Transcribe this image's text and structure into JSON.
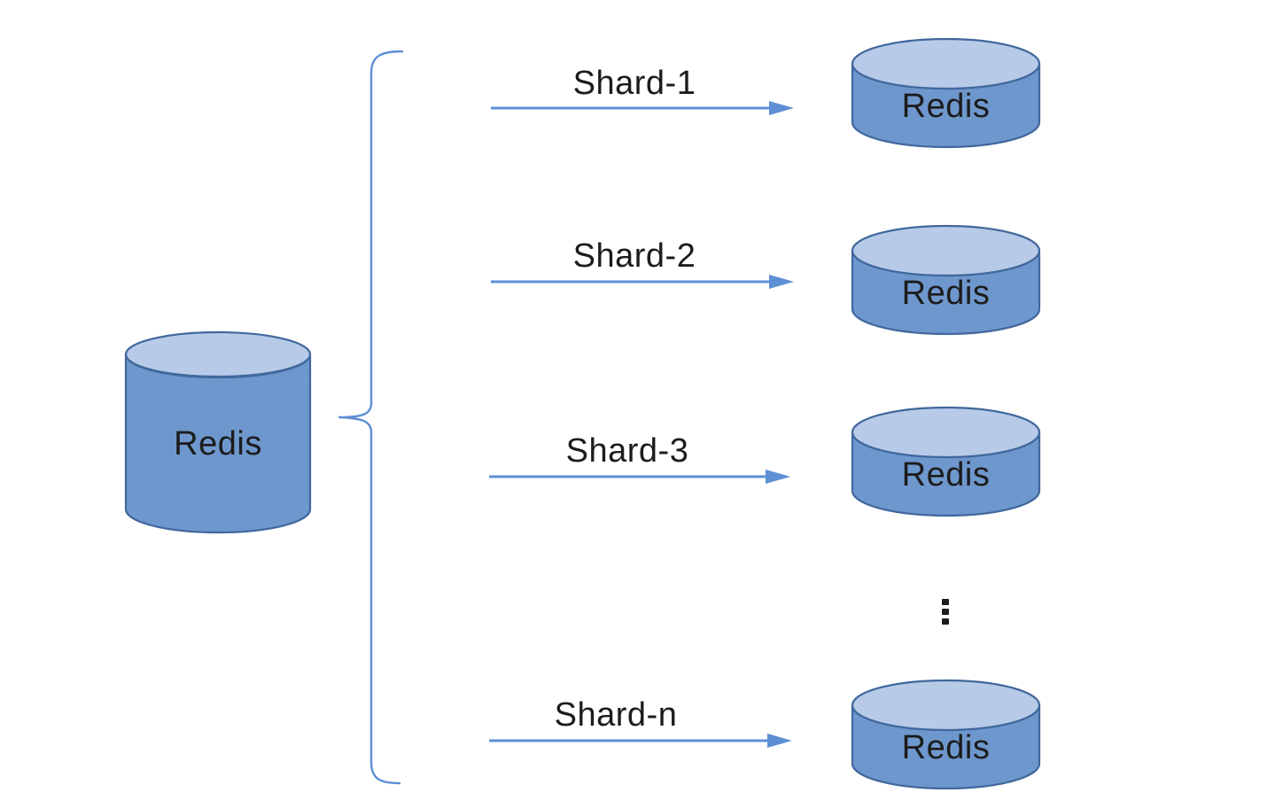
{
  "diagram": {
    "source": {
      "label": "Redis"
    },
    "shards": [
      {
        "label": "Shard-1",
        "target_label": "Redis"
      },
      {
        "label": "Shard-2",
        "target_label": "Redis"
      },
      {
        "label": "Shard-3",
        "target_label": "Redis"
      },
      {
        "label": "Shard-n",
        "target_label": "Redis"
      }
    ],
    "icons": {
      "vertical_ellipsis": "⋮",
      "left_curly_brace": "{",
      "arrow_right": "→"
    },
    "colors": {
      "cylinder_body": "#6e97cd",
      "cylinder_top": "#b7cbe9",
      "cylinder_stroke": "#41689c",
      "arrow": "#5e8fd5",
      "brace": "#5e8fd5",
      "text": "#1c1c1c"
    }
  }
}
